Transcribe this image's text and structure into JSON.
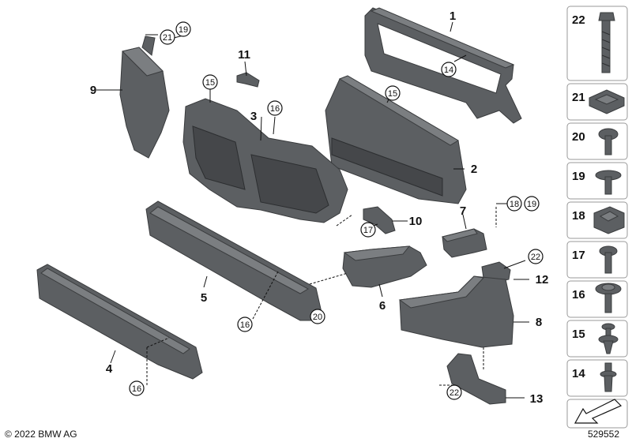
{
  "diagram": {
    "callouts": {
      "p1": "1",
      "p2": "2",
      "p3": "3",
      "p4": "4",
      "p5": "5",
      "p6": "6",
      "p7": "7",
      "p8": "8",
      "p9": "9",
      "p10": "10",
      "p11": "11",
      "p12": "12",
      "p13": "13",
      "c14": "14",
      "c15a": "15",
      "c15b": "15",
      "c16a": "16",
      "c16b": "16",
      "c16c": "16",
      "c17": "17",
      "c18": "18",
      "c19a": "19",
      "c19b": "19",
      "c20": "20",
      "c21": "21",
      "c22a": "22",
      "c22b": "22"
    },
    "sidebar": [
      "22",
      "21",
      "20",
      "19",
      "18",
      "17",
      "16",
      "15",
      "14"
    ],
    "copyright": "© 2022 BMW AG",
    "image_number": "529552"
  }
}
